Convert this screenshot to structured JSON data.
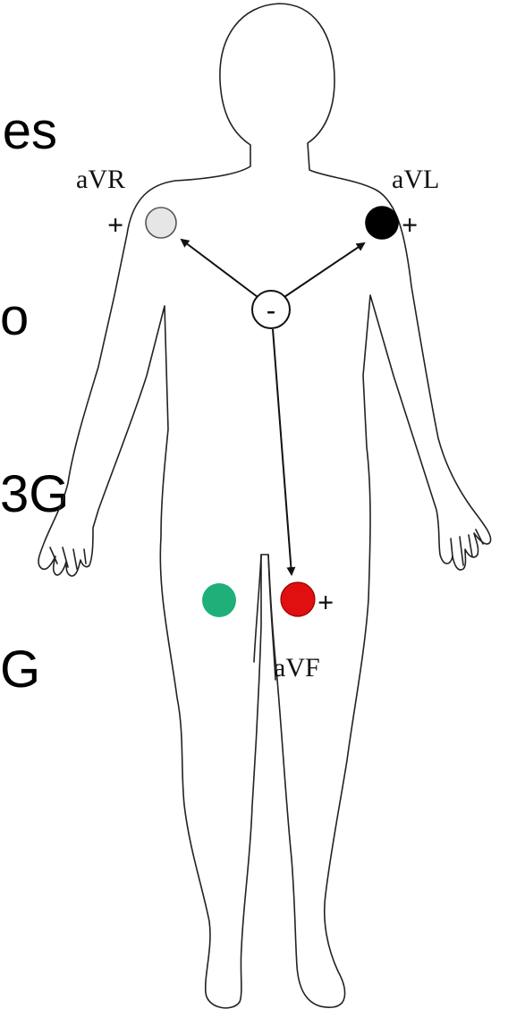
{
  "slide_text_fragments": [
    "es",
    "o",
    "3G",
    "G"
  ],
  "leads": {
    "avr": {
      "label": "aVR",
      "polarity": "+",
      "electrode_color": "#e6e6e6"
    },
    "avl": {
      "label": "aVL",
      "polarity": "+",
      "electrode_color": "#000000"
    },
    "avf": {
      "label": "aVF",
      "polarity": "+",
      "electrode_color": "#e01010"
    },
    "ground": {
      "electrode_color": "#1fb07a"
    },
    "negative": {
      "polarity": "-"
    }
  }
}
